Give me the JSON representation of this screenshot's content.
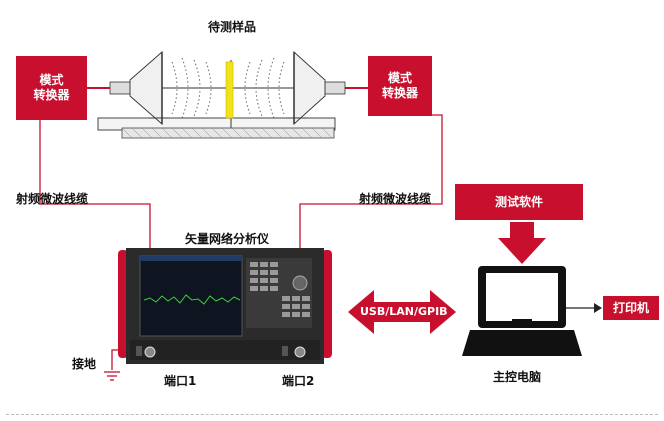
{
  "title_sample": "待测样品",
  "mode_converter_left": {
    "line1": "模式",
    "line2": "转换器"
  },
  "mode_converter_right": {
    "line1": "模式",
    "line2": "转换器"
  },
  "rf_cable_left": "射频微波线缆",
  "rf_cable_right": "射频微波线缆",
  "vna_title": "矢量网络分析仪",
  "ground_label": "接地",
  "port1_label": "端口1",
  "port2_label": "端口2",
  "interface_label": "USB/LAN/GPIB",
  "software_label": "测试软件",
  "host_pc_label": "主控电脑",
  "printer_label": "打印机",
  "colors": {
    "accent": "#c8102e",
    "instrument_body": "#2b2b2b",
    "screen": "#0e1420",
    "trace": "#3ad13a",
    "sample": "#f2e21a"
  }
}
